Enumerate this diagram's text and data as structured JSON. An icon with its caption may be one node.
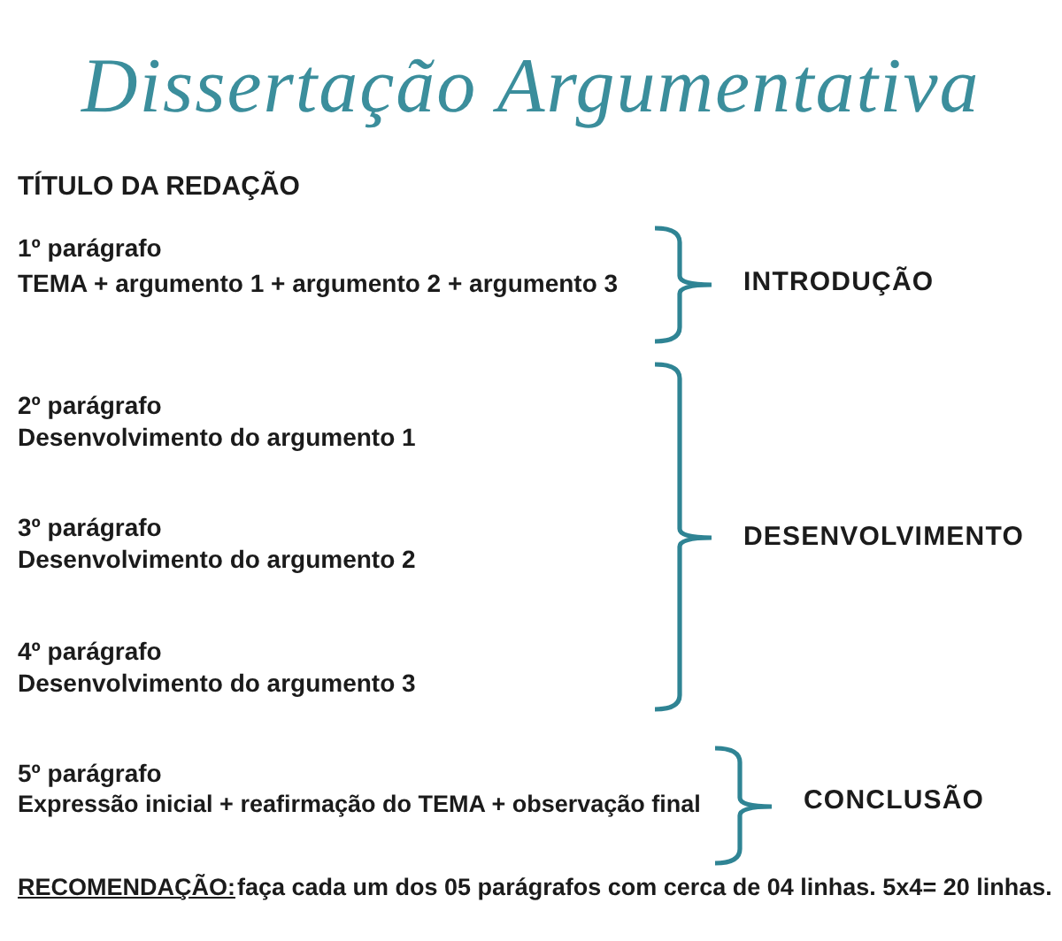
{
  "diagram": {
    "title": "Dissertação Argumentativa",
    "labels": [
      "TÍTULO DA REDAÇÃO",
      "1º parágrafo",
      "TEMA + argumento 1 + argumento 2 + argumento 3",
      "INTRODUÇÃO",
      "2º parágrafo",
      "Desenvolvimento do argumento 1",
      "3º parágrafo",
      "Desenvolvimento do argumento 2",
      "DESENVOLVIMENTO",
      "4º parágrafo",
      "Desenvolvimento do argumento 3",
      "5º parágrafo",
      "Expressão inicial + reafirmação do TEMA + observação final",
      "CONCLUSÃO",
      "RECOMENDAÇÃO:",
      "faça cada um dos 05 parágrafos com cerca de 04 linhas. 5x4= 20 linhas."
    ]
  }
}
